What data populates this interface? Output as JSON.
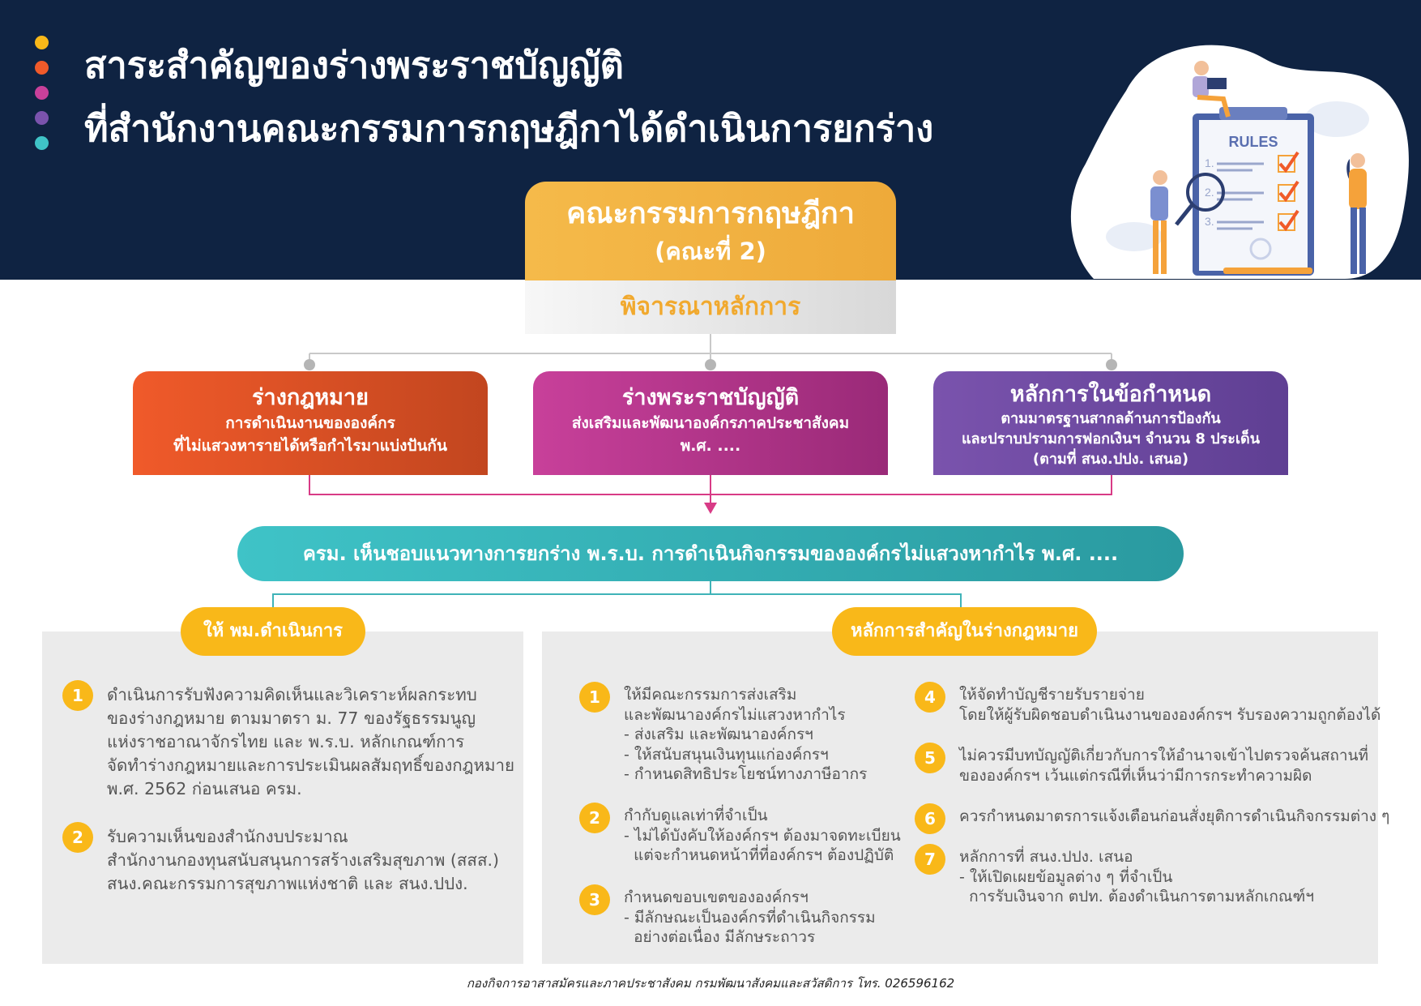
{
  "colors": {
    "header_bg": "#0f2342",
    "accent_yellow": "#f9b819",
    "orange": "#f05a2a",
    "magenta": "#c8409a",
    "purple": "#7a53ad",
    "teal": "#3fc3c7",
    "panel_gray": "#ebebeb",
    "dots": [
      "#f9b819",
      "#f05a2a",
      "#c8409a",
      "#7a53ad",
      "#3fc3c7"
    ]
  },
  "header": {
    "title_line1": "สาระสำคัญของร่างพระราชบัญญัติ",
    "title_line2": "ที่สำนักงานคณะกรรมการกฤษฎีกาได้ดำเนินการยกร่าง",
    "illustration_label": "RULES",
    "illustration_numbers": [
      "1.",
      "2.",
      "3."
    ]
  },
  "committee": {
    "name": "คณะกรรมการกฤษฎีกา",
    "session": "(คณะที่ 2)",
    "action": "พิจารณาหลักการ"
  },
  "branches": [
    {
      "title": "ร่างกฎหมาย",
      "lines": [
        "การดำเนินงานขององค์กร",
        "ที่ไม่แสวงหารายได้หรือกำไรมาแบ่งปันกัน"
      ]
    },
    {
      "title": "ร่างพระราชบัญญัติ",
      "lines": [
        "ส่งเสริมและพัฒนาองค์กรภาคประชาสังคม",
        "พ.ศ. ...."
      ]
    },
    {
      "title": "หลักการในข้อกำหนด",
      "lines": [
        "ตามมาตรฐานสากลด้านการป้องกัน",
        "และปราบปรามการฟอกเงินฯ จำนวน 8 ประเด็น",
        "(ตามที่ สนง.ปปง. เสนอ)"
      ]
    }
  ],
  "cabinet": {
    "text": "ครม. เห็นชอบแนวทางการยกร่าง พ.ร.บ. การดำเนินกิจกรรมขององค์กรไม่แสวงหากำไร พ.ศ. ...."
  },
  "left_panel": {
    "heading": "ให้ พม.ดำเนินการ",
    "items": [
      {
        "num": "1",
        "lines": [
          "ดำเนินการรับฟังความคิดเห็นและวิเคราะห์ผลกระทบ",
          "ของร่างกฎหมาย ตามมาตรา ม. 77 ของรัฐธรรมนูญ",
          "แห่งราชอาณาจักรไทย และ พ.ร.บ. หลักเกณฑ์การ",
          "จัดทำร่างกฎหมายและการประเมินผลสัมฤทธิ์ของกฎหมาย",
          "พ.ศ. 2562 ก่อนเสนอ ครม."
        ]
      },
      {
        "num": "2",
        "lines": [
          "รับความเห็นของสำนักงบประมาณ",
          "สำนักงานกองทุนสนับสนุนการสร้างเสริมสุขภาพ (สสส.)",
          "สนง.คณะกรรมการสุขภาพแห่งชาติ และ สนง.ปปง."
        ]
      }
    ]
  },
  "right_panel": {
    "heading": "หลักการสำคัญในร่างกฎหมาย",
    "items": [
      {
        "num": "1",
        "lines": [
          "ให้มีคณะกรรมการส่งเสริม",
          "และพัฒนาองค์กรไม่แสวงหากำไร",
          "- ส่งเสริม และพัฒนาองค์กรฯ",
          "- ให้สนับสนุนเงินทุนแก่องค์กรฯ",
          "- กำหนดสิทธิประโยชน์ทางภาษีอากร"
        ]
      },
      {
        "num": "2",
        "lines": [
          "กำกับดูแลเท่าที่จำเป็น",
          "- ไม่ได้บังคับให้องค์กรฯ ต้องมาจดทะเบียน",
          "  แต่จะกำหนดหน้าที่ที่องค์กรฯ ต้องปฏิบัติ"
        ]
      },
      {
        "num": "3",
        "lines": [
          "กำหนดขอบเขตขององค์กรฯ",
          "- มีลักษณะเป็นองค์กรที่ดำเนินกิจกรรม",
          "  อย่างต่อเนื่อง มีลักษระถาวร"
        ]
      },
      {
        "num": "4",
        "lines": [
          "ให้จัดทำบัญชีรายรับรายจ่าย",
          "โดยให้ผู้รับผิดชอบดำเนินงานขององค์กรฯ รับรองความถูกต้องได้"
        ]
      },
      {
        "num": "5",
        "lines": [
          "ไม่ควรมีบทบัญญัติเกี่ยวกับการให้อำนาจเข้าไปตรวจค้นสถานที่",
          "ขององค์กรฯ เว้นแต่กรณีที่เห็นว่ามีการกระทำความผิด"
        ]
      },
      {
        "num": "6",
        "lines": [
          "ควรกำหนดมาตรการแจ้งเตือนก่อนสั่งยุติการดำเนินกิจกรรมต่าง ๆ"
        ]
      },
      {
        "num": "7",
        "lines": [
          "หลักการที่ สนง.ปปง. เสนอ",
          "- ให้เปิดเผยข้อมูลต่าง ๆ ที่จำเป็น",
          "  การรับเงินจาก ตปท. ต้องดำเนินการตามหลักเกณฑ์ฯ"
        ]
      }
    ]
  },
  "footer": {
    "text": "กองกิจการอาสาสมัครและภาคประชาสังคม กรมพัฒนาสังคมและสวัสดิการ โทร. 026596162"
  }
}
